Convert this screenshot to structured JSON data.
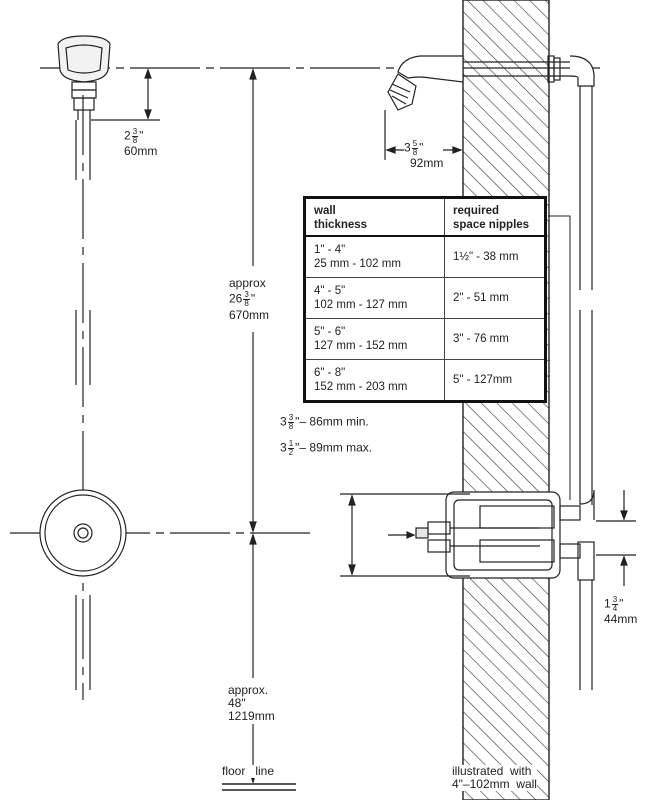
{
  "labels": {
    "top_offset": {
      "whole": "2",
      "num": "3",
      "den": "8",
      "tail": "\"",
      "metric": "60mm"
    },
    "head_proj": {
      "whole": "3",
      "num": "5",
      "den": "8",
      "tail": "\"",
      "metric": "92mm"
    },
    "approx_height": {
      "prefix": "approx",
      "whole": "26",
      "num": "3",
      "den": "8",
      "tail": "\"",
      "metric": "670mm"
    },
    "valve_min": {
      "whole": "3",
      "num": "3",
      "den": "8",
      "tail": "\"– 86mm  min."
    },
    "valve_max": {
      "whole": "3",
      "num": "1",
      "den": "2",
      "tail": "\"– 89mm  max."
    },
    "side_offset": {
      "whole": "1",
      "num": "3",
      "den": "4",
      "tail": "\"",
      "metric": "44mm"
    },
    "floor_height": {
      "prefix": "approx.",
      "imperial": "48\"",
      "metric": "1219mm"
    },
    "floor_line": "floor   line",
    "caption": {
      "line1": "illustrated  with",
      "line2": "4\"–102mm  wall"
    }
  },
  "table": {
    "headers": [
      "wall\nthickness",
      "required\nspace nipples"
    ],
    "rows": [
      {
        "wall": "1\" - 4\"\n25 mm - 102 mm",
        "nipple": "1½\" - 38 mm"
      },
      {
        "wall": "4\" - 5\"\n102 mm - 127 mm",
        "nipple": "2\" - 51 mm"
      },
      {
        "wall": "5\" - 6\"\n127 mm - 152 mm",
        "nipple": "3\" - 76 mm"
      },
      {
        "wall": "6\" - 8\"\n152 mm - 203 mm",
        "nipple": "5\" - 127mm"
      }
    ]
  }
}
